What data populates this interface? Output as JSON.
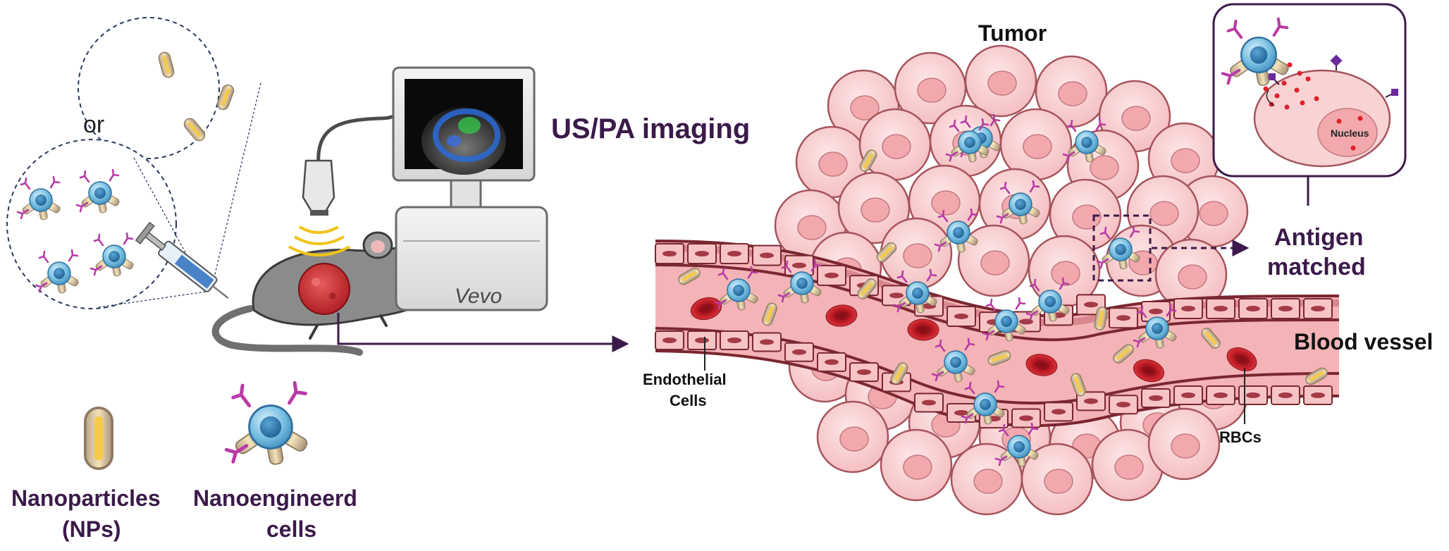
{
  "labels": {
    "or": "or",
    "us_pa_imaging": "US/PA imaging",
    "vevo": "Vevo",
    "tumor": "Tumor",
    "antigen_line1": "Antigen",
    "antigen_line2": "matched",
    "nucleus": "Nucleus",
    "blood_vessel": "Blood vessel",
    "endothelial_line1": "Endothelial",
    "endothelial_line2": "Cells",
    "rbcs": "RBCs",
    "nanoparticles_line1": "Nanoparticles",
    "nanoparticles_line2": "(NPs)",
    "nanoengineered_line1": "Nanoengineerd",
    "nanoengineered_line2": "cells"
  },
  "colors": {
    "label_purple": "#3b1a4a",
    "vessel_wall": "#8a2f38",
    "vessel_lumen": "#f4b3b6",
    "tumor_cell_fill": "#f9d3d4",
    "tumor_cell_stroke": "#a5545c",
    "rbc": "#c8202a",
    "immune_cell": "#6bb7de",
    "antibody": "#b93aa6",
    "arrow": "#3b1a4a"
  },
  "icons": {
    "mouse": "mouse-icon",
    "ultrasound_monitor": "monitor-icon",
    "probe": "ultrasound-probe-icon",
    "syringe": "syringe-icon"
  }
}
